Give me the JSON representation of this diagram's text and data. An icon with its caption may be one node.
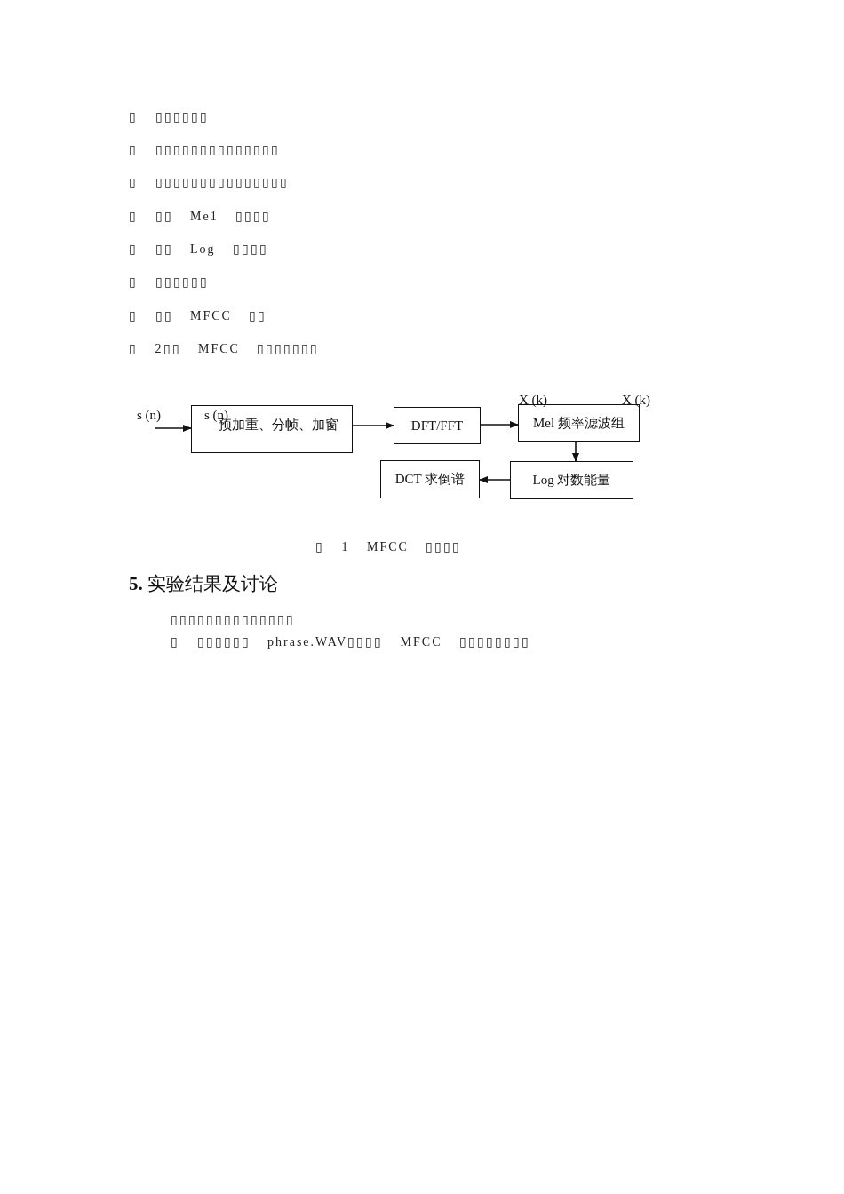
{
  "diagram": {
    "caption": "▯ 1 MFCC ▯▯▯▯",
    "nodes": [
      {
        "text": [
          "预加重、分帧、加窗"
        ]
      },
      {
        "text": [
          "DFT/FFT"
        ]
      },
      {
        "text": [
          "Mel 频率滤波组"
        ]
      },
      {
        "text": [
          "Log 对数能量"
        ]
      },
      {
        "text": [
          "DCT 求倒谱"
        ]
      }
    ],
    "edges": [
      {
        "from": null,
        "to": 0,
        "arrow": "to",
        "label": "s (n)"
      },
      {
        "from": 0,
        "to": 1,
        "arrow": "to"
      },
      {
        "from": 1,
        "to": 2,
        "arrow": "to"
      },
      {
        "from": 2,
        "to": 3,
        "arrow": "to"
      },
      {
        "from": 3,
        "to": 4,
        "arrow": "to"
      }
    ],
    "labels": [
      "▯ ▯▯▯▯▯▯",
      "▯ ▯▯▯▯▯▯▯▯▯▯▯▯▯▯",
      "▯ ▯▯▯▯▯▯▯▯▯▯▯▯▯▯▯",
      "▯ ▯▯ Me1 ▯▯▯▯",
      "▯ ▯▯ Log ▯▯▯▯",
      "▯ ▯▯▯▯▯▯",
      "▯ ▯▯ MFCC ▯▯",
      "▯ 2▯▯ MFCC ▯▯▯▯▯▯▯",
      "s (n)",
      "X (k)",
      "X (k)",
      "**5.** 实验结果及讨论",
      "▯▯▯▯▯▯▯▯▯▯▯▯▯▯",
      "▯ ▯▯▯▯▯▯ phrase.WAV▯▯▯▯ MFCC ▯▯▯▯▯▯▯▯"
    ]
  }
}
